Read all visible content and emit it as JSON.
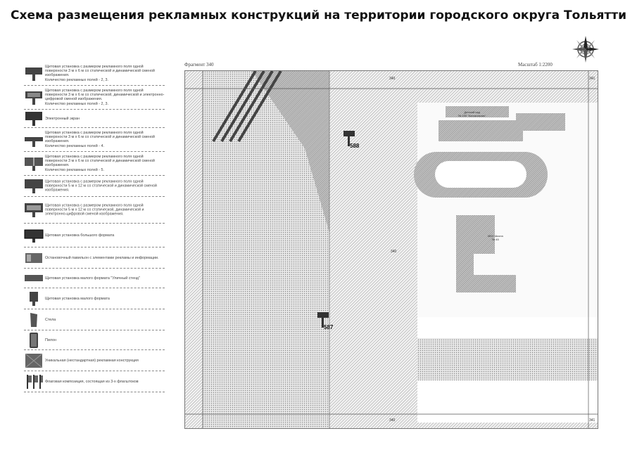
{
  "title": "Схема размещения рекламных конструкций на территории городского округа Тольятти",
  "map": {
    "fragment": "Фрагмент 340",
    "scale": "Масштаб 1:2200",
    "grid_top_center": "340",
    "grid_top_right": "341",
    "grid_bottom_center": "340",
    "grid_bottom_right": "341",
    "grid_center": "340",
    "plot_label_1": "Детский сад\n№ 155 \"Колокольчик\"",
    "plot_label_2": "МБУ Школа\n№ 45"
  },
  "markers": [
    {
      "number": "588"
    },
    {
      "number": "587"
    }
  ],
  "legend": [
    {
      "icon": "billboard-2-3-sides-icon",
      "text": "Щитовая установка с размером рекламного поля одной поверхности 3 м х 6 м со статической и динамической сменой изображения.\nКоличество рекламных полей - 2, 3."
    },
    {
      "icon": "billboard-digital-2-3-sides-icon",
      "text": "Щитовая установка с размером рекламного поля одной поверхности 3 м х 6 м со статической, динамической и электронно-цифровой сменой изображения.\nКоличество рекламных полей - 2, 3."
    },
    {
      "icon": "electronic-screen-icon",
      "text": "Электронный экран"
    },
    {
      "icon": "billboard-4-sides-icon",
      "text": "Щитовая установка с размером рекламного поля одной поверхности 3 м х 6 м со статической и динамической сменой изображения.\nКоличество рекламных полей - 4."
    },
    {
      "icon": "billboard-5-sides-icon",
      "text": "Щитовая установка с размером рекламного поля одной поверхности 3 м х 6 м со статической и динамической сменой изображения.\nКоличество рекламных полей - 5."
    },
    {
      "icon": "billboard-5x12-icon",
      "text": "Щитовая установка с размером рекламного поля одной поверхности 5 м х 12 м со статической и динамической сменой изображения."
    },
    {
      "icon": "billboard-5x12-digital-icon",
      "text": "Щитовая установка с размером рекламного поля одной поверхности 5 м х 12 м со статической, динамической и электронно-цифровой сменой изображения."
    },
    {
      "icon": "large-format-billboard-icon",
      "text": "Щитовая установка большого формата"
    },
    {
      "icon": "bus-stop-pavilion-icon",
      "text": "Остановочный павильон с элементами рекламы и информации."
    },
    {
      "icon": "small-format-city-board-icon",
      "text": "Щитовая установка малого формата \"Уличный стенд\""
    },
    {
      "icon": "small-format-billboard-icon",
      "text": "Щитовая установка малого формата"
    },
    {
      "icon": "stela-icon",
      "text": "Стела"
    },
    {
      "icon": "pylon-icon",
      "text": "Пилон"
    },
    {
      "icon": "unique-construction-icon",
      "text": "Уникальная (нестандартная) рекламная конструкция"
    },
    {
      "icon": "flag-composition-icon",
      "text": "Флаговая композиция, состоящая из 3-х флагштоков"
    }
  ]
}
